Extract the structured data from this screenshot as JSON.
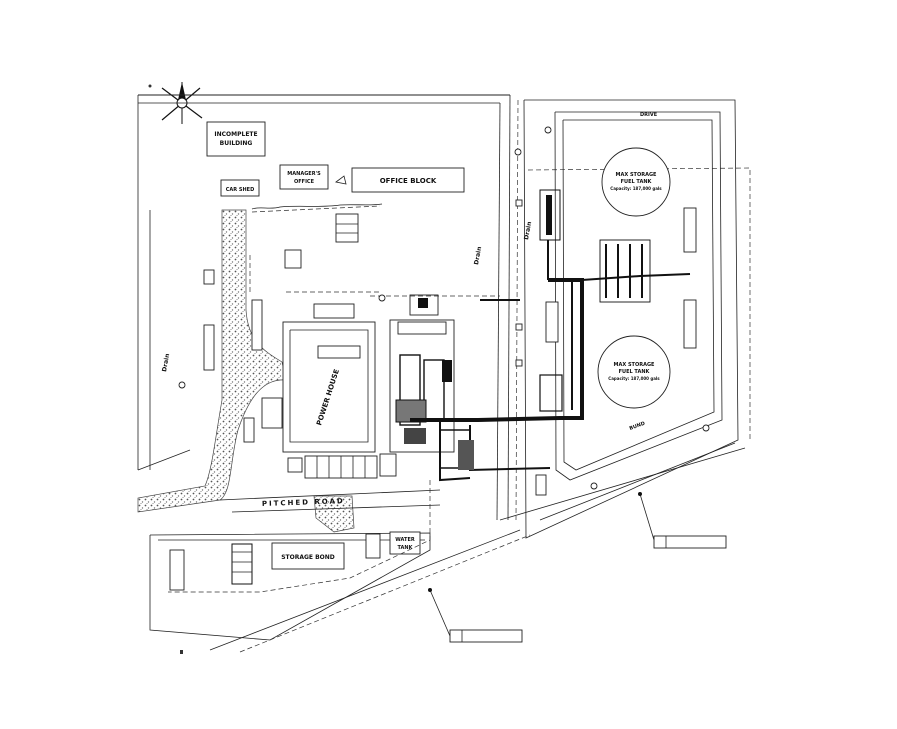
{
  "labels": {
    "incomplete_building": [
      "INCOMPLETE",
      "BUILDING"
    ],
    "managers_office": [
      "MANAGER'S",
      "OFFICE"
    ],
    "office_block": "OFFICE BLOCK",
    "car_shed": "CAR SHED",
    "power_house": "POWER HOUSE",
    "pitched_road": "PITCHED ROAD",
    "storage_bond": "STORAGE BOND",
    "water_tank": [
      "WATER",
      "TANK"
    ],
    "drain_left": "Drain",
    "drain_mid": "Drain",
    "drain_right": "Drain",
    "tank_top": [
      "MAX STORAGE",
      "FUEL TANK",
      "Capacity: 187,000 gals"
    ],
    "tank_bottom": [
      "MAX STORAGE",
      "FUEL TANK",
      "Capacity: 187,000 gals"
    ],
    "bund": "BUND",
    "drive": "DRIVE"
  }
}
